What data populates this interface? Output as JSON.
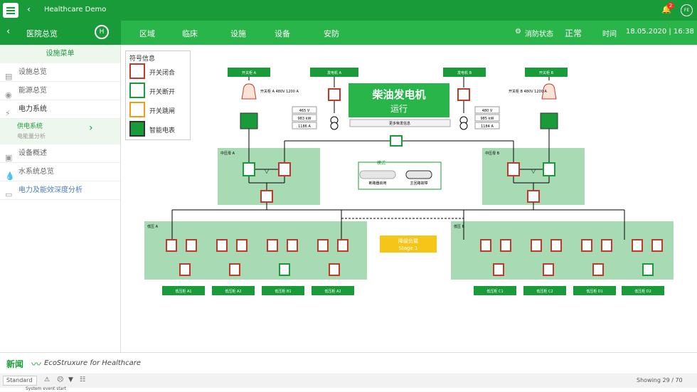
{
  "topbar": {
    "back_glyph": "‹",
    "app_title": "Healthcare Demo",
    "notif_count": "2",
    "user_initials": "FE"
  },
  "nav": {
    "section_title": "医院总览",
    "logo": "H",
    "tabs": [
      "区域",
      "临床",
      "设施",
      "设备",
      "安防"
    ],
    "fire_label": "消防状态",
    "fire_status": "正常",
    "time_label": "时间",
    "datetime": "18.05.2020 | 16:38"
  },
  "sidebar": {
    "header": "设施菜单",
    "items": [
      {
        "label": "设施总览",
        "icon": "building-icon"
      },
      {
        "label": "能源总览",
        "icon": "eye-icon"
      },
      {
        "label": "电力系统",
        "icon": "lightning-icon"
      },
      {
        "label": "设备概述",
        "icon": "device-icon"
      },
      {
        "label": "水系统总览",
        "icon": "water-icon"
      },
      {
        "label": "电力及能效深度分析",
        "icon": "analysis-icon"
      }
    ],
    "sub": {
      "label": "供电系统",
      "mini": "电能量分析"
    }
  },
  "legend": {
    "title": "符号信息",
    "items": [
      {
        "label": "开关闭合",
        "color": "#c0392b"
      },
      {
        "label": "开关断开",
        "color": "#1a9b3a"
      },
      {
        "label": "开关跳闸",
        "color": "#f39c12"
      },
      {
        "label": "智能电表",
        "color": "#333333"
      }
    ]
  },
  "diagram": {
    "incomers": [
      "开关柜 A",
      "发电机 A",
      "发电机 B",
      "开关柜 B"
    ],
    "breaker_a": "开关柜 A 480V\n1200 A",
    "breaker_b": "开关柜 B 480V\n1200 A",
    "meter_a": [
      "465 V",
      "983 kW",
      "1186 A"
    ],
    "meter_b": [
      "480 V",
      "985 kW",
      "1184 A"
    ],
    "generator": {
      "title": "柴油发电机",
      "status": "运行",
      "more": "更多柴发信息"
    },
    "bus_a": "中压母 A",
    "bus_b": "中压母 B",
    "panel_a": "低压 A",
    "panel_b": "低压 B",
    "mode": {
      "title": "模式",
      "left": "断路器启用",
      "right": "主回路故障"
    },
    "shed": {
      "title": "降级负载",
      "stage": "Stage 1"
    },
    "feeders_a": [
      "低压柜 A1",
      "低压柜 A2",
      "低压柜 B1",
      "低压柜 A2"
    ],
    "feeders_b": [
      "低压柜 C1",
      "低压柜 C2",
      "低压柜 D1",
      "低压柜 D2"
    ]
  },
  "footer": {
    "news": "新闻",
    "brand": "EcoStruxure for Healthcare"
  },
  "toolbar": {
    "view": "Standard",
    "count": "Showing 29 / 70"
  },
  "row": {
    "text": "System event start"
  },
  "colors": {
    "primary": "#1a9b3a",
    "nav": "#2ab54a",
    "closed": "#c0392b",
    "open": "#1a9b3a",
    "trip": "#f39c12",
    "bus": "#a8dbb4"
  }
}
